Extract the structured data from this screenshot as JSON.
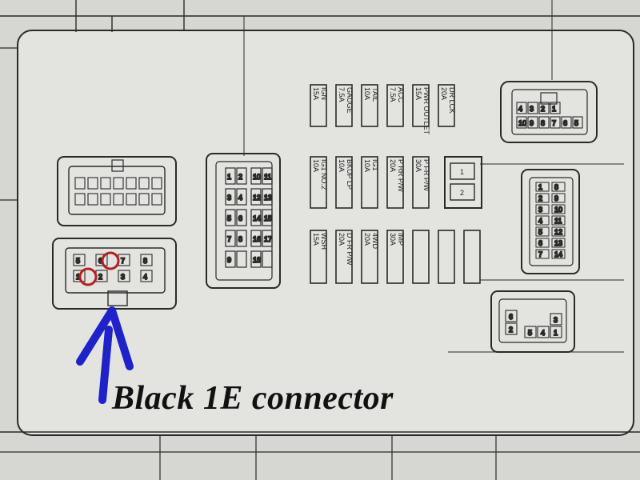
{
  "diagram": {
    "caption": "Black 1E connector",
    "colors": {
      "background": "#d6d7d3",
      "line": "#2a2a2a",
      "arrow": "#1f22c8",
      "marker": "#b42020"
    },
    "fuses_top": [
      "DR LCK 20A",
      "PWR OUTLET 15A",
      "ACC 7.5A",
      "TAIL 10A",
      "GAUGE 7.5A",
      "IGN 15A"
    ],
    "fuses_mid": [
      "P FR P/W 30A",
      "P RR P/W 20A",
      "IG1 10A",
      "BKUP LP 10A",
      "IG1 NO.2 10A"
    ],
    "fuses_bottom": [
      "IMP 30A",
      "4WD 20A",
      "D FR P/W 20A",
      "WSH 15A"
    ],
    "relays": [
      "1",
      "2"
    ],
    "center_connector": {
      "rows": [
        [
          "1",
          "2",
          "10",
          "11"
        ],
        [
          "3",
          "4",
          "12",
          "13"
        ],
        [
          "5",
          "6",
          "14",
          "15"
        ],
        [
          "7",
          "8",
          "16",
          "17"
        ],
        [
          "9",
          "",
          "18",
          ""
        ]
      ]
    },
    "right_connector_pins": [
      "1",
      "2",
      "3",
      "4",
      "5",
      "6",
      "7",
      "8",
      "9",
      "10",
      "11",
      "12",
      "13",
      "14"
    ],
    "small_connector_pins": [
      "1",
      "2",
      "3",
      "4",
      "5",
      "6"
    ],
    "top_right_connector_pins": [
      "4",
      "3",
      "2",
      "1",
      "10",
      "9",
      "8",
      "7",
      "6",
      "5"
    ],
    "connector_1e_pins": [
      "5",
      "6",
      "7",
      "8",
      "1",
      "2",
      "3",
      "4"
    ]
  }
}
